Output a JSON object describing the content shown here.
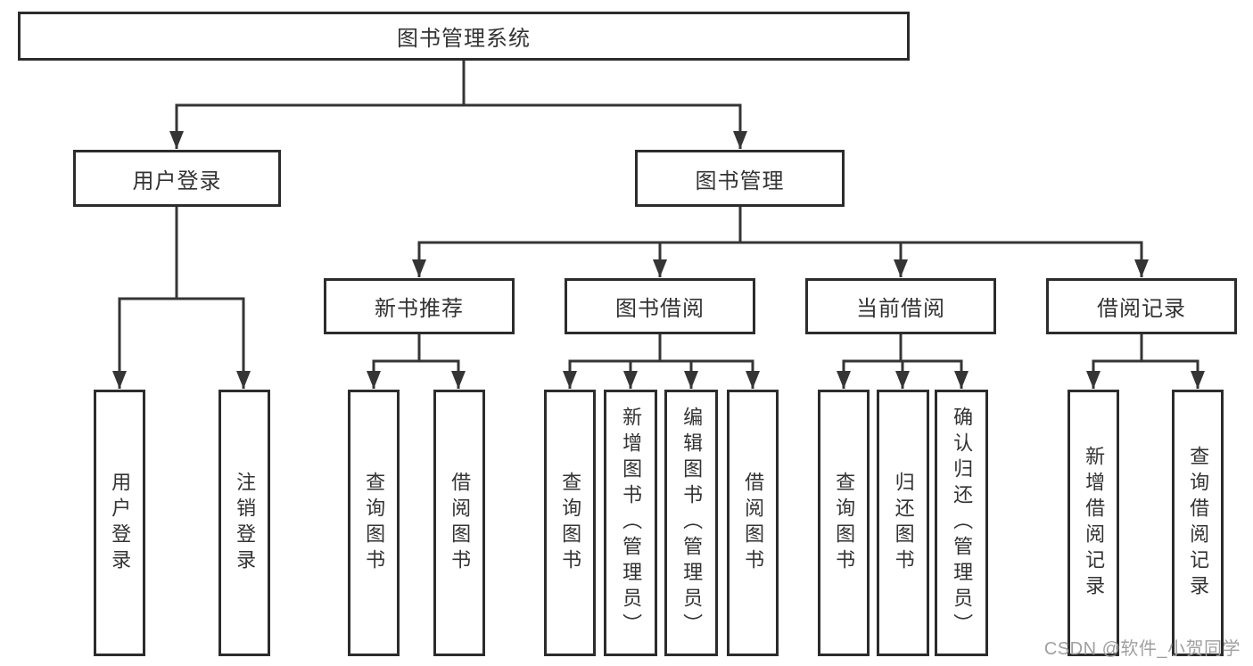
{
  "tree": {
    "root": {
      "label": "图书管理系统",
      "children": [
        {
          "label": "用户登录",
          "children": [
            {
              "label": "用户登录"
            },
            {
              "label": "注销登录"
            }
          ]
        },
        {
          "label": "图书管理",
          "children": [
            {
              "label": "新书推荐",
              "children": [
                {
                  "label": "查询图书"
                },
                {
                  "label": "借阅图书"
                }
              ]
            },
            {
              "label": "图书借阅",
              "children": [
                {
                  "label": "查询图书"
                },
                {
                  "label": "新增图书（管理员）"
                },
                {
                  "label": "编辑图书（管理员）"
                },
                {
                  "label": "借阅图书"
                }
              ]
            },
            {
              "label": "当前借阅",
              "children": [
                {
                  "label": "查询图书"
                },
                {
                  "label": "归还图书"
                },
                {
                  "label": "确认归还（管理员）"
                }
              ]
            },
            {
              "label": "借阅记录",
              "children": [
                {
                  "label": "新增借阅记录"
                },
                {
                  "label": "查询借阅记录"
                }
              ]
            }
          ]
        }
      ]
    }
  },
  "watermark": {
    "text": "CSDN @软件_小贺同学"
  },
  "colors": {
    "line": "#353535",
    "box_border": "#2c2c2c",
    "text": "#333333",
    "watermark": "#a0a0a0",
    "background": "#ffffff"
  }
}
